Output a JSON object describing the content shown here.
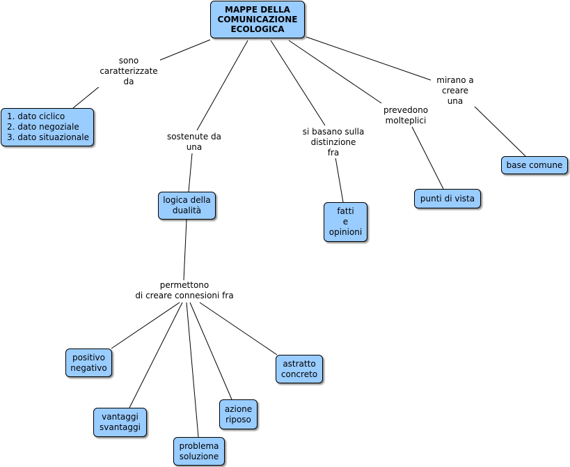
{
  "map": {
    "root": "MAPPE DELLA\nCOMUNICAZIONE\nECOLOGICA",
    "nodes": {
      "dati": "1. dato ciclico\n2. dato negoziale\n3. dato situazionale",
      "logica": "logica della\ndualità",
      "fatti": "fatti\ne\nopinioni",
      "punti": "punti di vista",
      "base": "base comune",
      "positivo": "positivo\nnegativo",
      "vantaggi": "vantaggi\nsvantaggi",
      "problema": "problema\nsoluzione",
      "azione": "azione\nriposo",
      "astratto": "astratto\nconcreto"
    },
    "links": {
      "sono": "sono\ncaratterizzate\nda",
      "sostenute": "sostenute da\nuna",
      "basano": "si basano sulla\ndistinzione\nfra",
      "prevedono": "prevedono\nmolteplici",
      "mirano": "mirano a\ncreare\nuna",
      "permettono": "permettono\ndi creare connesioni fra"
    }
  }
}
